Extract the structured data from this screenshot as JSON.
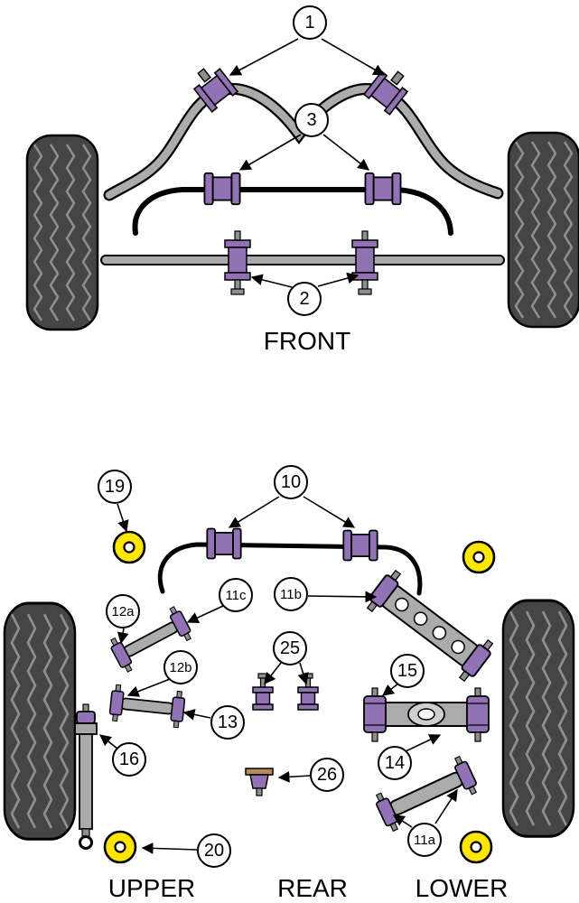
{
  "diagram": {
    "front_label": "FRONT",
    "upper_label": "UPPER",
    "rear_label": "REAR",
    "lower_label": "LOWER"
  },
  "callouts": {
    "c1": {
      "label": "1"
    },
    "c2": {
      "label": "2"
    },
    "c3": {
      "label": "3"
    },
    "c10": {
      "label": "10"
    },
    "c11a": {
      "label": "11a"
    },
    "c11b": {
      "label": "11b"
    },
    "c11c": {
      "label": "11c"
    },
    "c12a": {
      "label": "12a"
    },
    "c12b": {
      "label": "12b"
    },
    "c13": {
      "label": "13"
    },
    "c14": {
      "label": "14"
    },
    "c15": {
      "label": "15"
    },
    "c16": {
      "label": "16"
    },
    "c19": {
      "label": "19"
    },
    "c20": {
      "label": "20"
    },
    "c25": {
      "label": "25"
    },
    "c26": {
      "label": "26"
    }
  },
  "colors": {
    "bushing_purple": "#9172b5",
    "bar_gray": "#ababab",
    "bolt_gray": "#8f8f8f",
    "yellow": "#ffe600",
    "tire_gray": "#454545",
    "tread_gray": "#8f8f8f",
    "mount_tan": "#b5885e",
    "outline": "#000000"
  }
}
